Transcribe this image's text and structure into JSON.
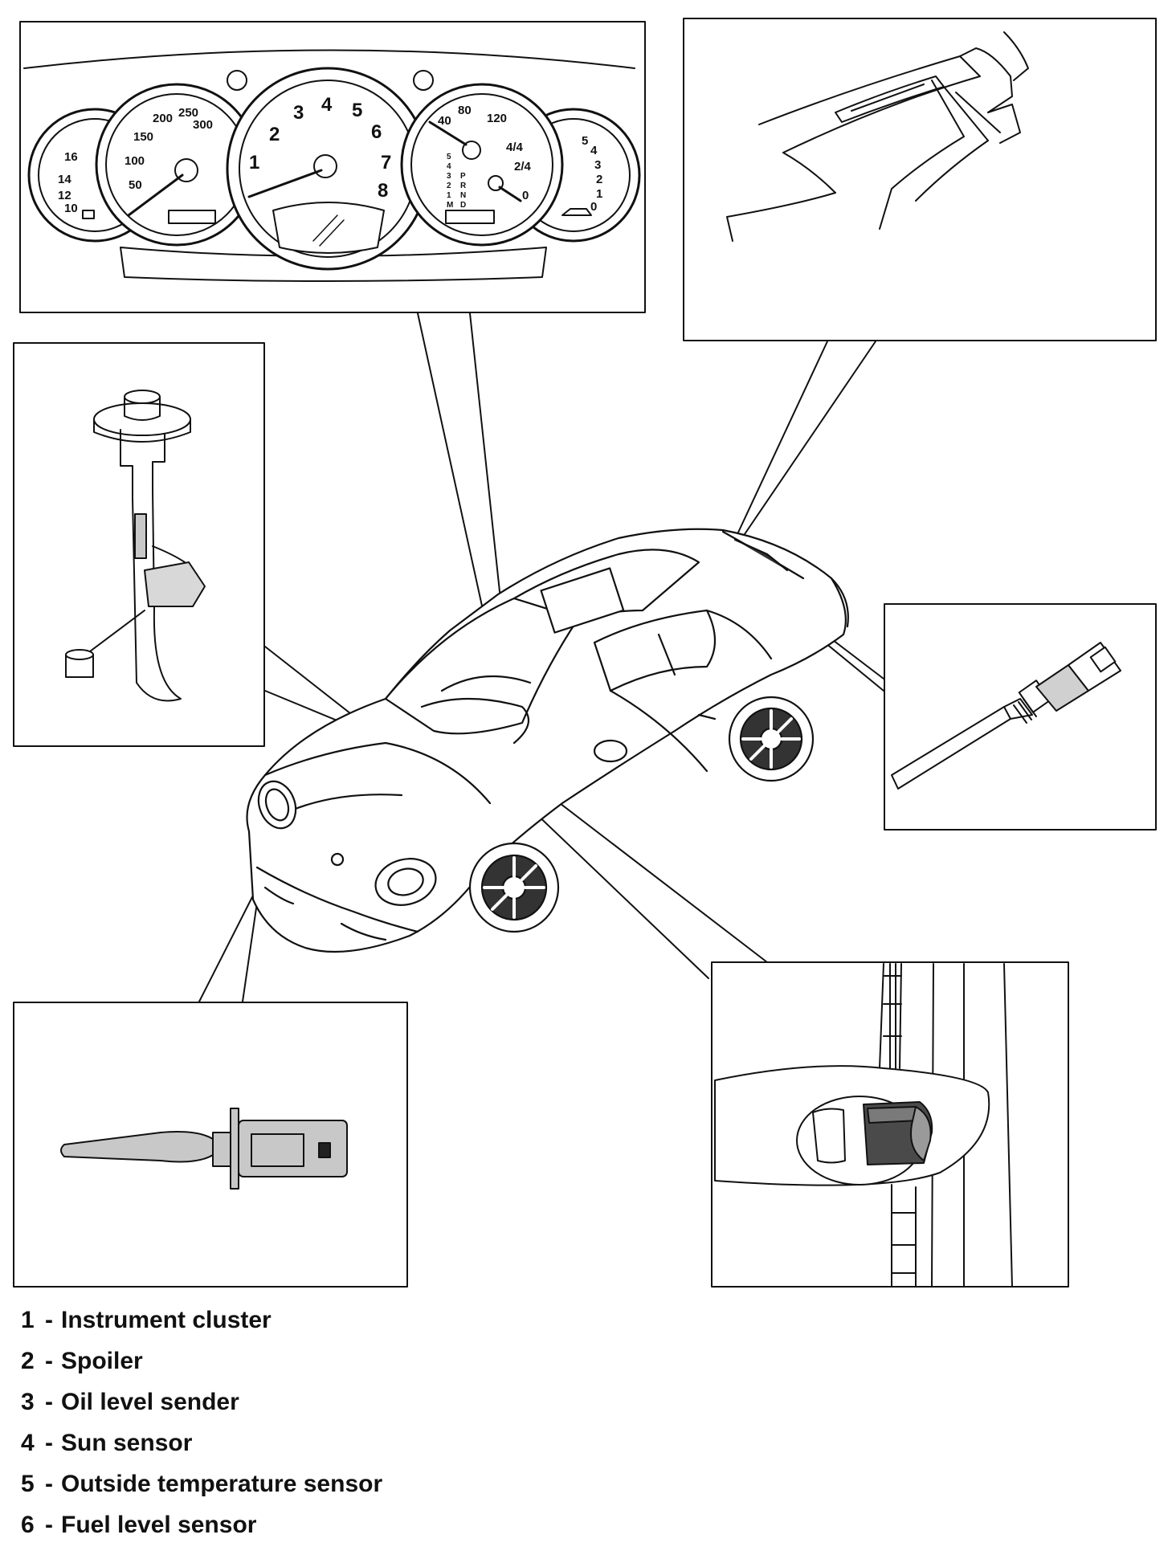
{
  "legend": [
    {
      "number": "1",
      "label": "Instrument cluster"
    },
    {
      "number": "2",
      "label": "Spoiler"
    },
    {
      "number": "3",
      "label": "Oil level sender"
    },
    {
      "number": "4",
      "label": "Sun sensor"
    },
    {
      "number": "5",
      "label": "Outside temperature sensor"
    },
    {
      "number": "6",
      "label": "Fuel level sensor"
    }
  ],
  "legend_separator": "-",
  "gauges": {
    "tachometer": [
      "1",
      "2",
      "3",
      "4",
      "5",
      "6",
      "7",
      "8"
    ],
    "speedometer": [
      "50",
      "100",
      "150",
      "200",
      "250",
      "300"
    ],
    "small_speed": [
      "40",
      "80",
      "120"
    ],
    "fuel": [
      "4/4",
      "2/4",
      "0"
    ],
    "temp": [
      "16",
      "14",
      "12",
      "10"
    ],
    "oil": [
      "5",
      "4",
      "3",
      "2",
      "1",
      "0"
    ],
    "gear_left": [
      "5",
      "4",
      "3",
      "2",
      "1",
      "M"
    ],
    "gear_right": [
      "P",
      "R",
      "N",
      "D"
    ]
  },
  "colors": {
    "line": "#111111",
    "sensor_fill": "#c8c8c8",
    "sensor_dark": "#4a4a4a"
  }
}
